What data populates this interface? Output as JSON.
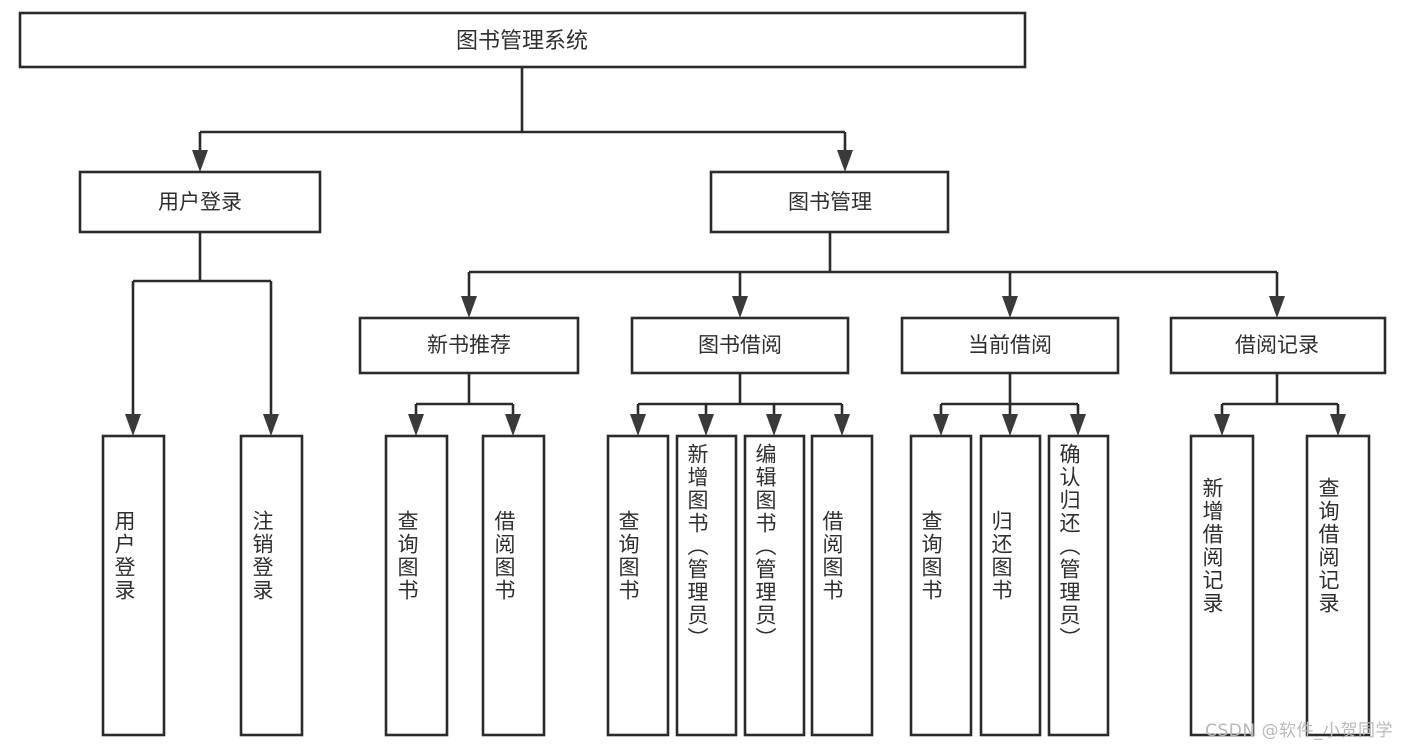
{
  "diagram": {
    "type": "tree",
    "title": "图书管理系统",
    "watermark": "CSDN @软件_小贺同学",
    "root": {
      "id": "root",
      "label": "图书管理系统"
    },
    "level1": [
      {
        "id": "user-login",
        "label": "用户登录"
      },
      {
        "id": "book-management",
        "label": "图书管理"
      }
    ],
    "level2": [
      {
        "id": "new-book-recommend",
        "label": "新书推荐",
        "parent": "book-management"
      },
      {
        "id": "book-borrow",
        "label": "图书借阅",
        "parent": "book-management"
      },
      {
        "id": "current-borrow",
        "label": "当前借阅",
        "parent": "book-management"
      },
      {
        "id": "borrow-record",
        "label": "借阅记录",
        "parent": "book-management"
      }
    ],
    "leaves": [
      {
        "id": "leaf-user-login",
        "label": "用户登录",
        "parent": "user-login"
      },
      {
        "id": "leaf-logout-login",
        "label": "注销登录",
        "parent": "user-login"
      },
      {
        "id": "leaf-query-book-1",
        "label": "查询图书",
        "parent": "new-book-recommend"
      },
      {
        "id": "leaf-borrow-book-1",
        "label": "借阅图书",
        "parent": "new-book-recommend"
      },
      {
        "id": "leaf-query-book-2",
        "label": "查询图书",
        "parent": "book-borrow"
      },
      {
        "id": "leaf-add-book",
        "label": "新增图书（管理员）",
        "parent": "book-borrow"
      },
      {
        "id": "leaf-edit-book",
        "label": "编辑图书（管理员）",
        "parent": "book-borrow"
      },
      {
        "id": "leaf-borrow-book-2",
        "label": "借阅图书",
        "parent": "book-borrow"
      },
      {
        "id": "leaf-query-book-3",
        "label": "查询图书",
        "parent": "current-borrow"
      },
      {
        "id": "leaf-return-book",
        "label": "归还图书",
        "parent": "current-borrow"
      },
      {
        "id": "leaf-confirm-return",
        "label": "确认归还（管理员）",
        "parent": "current-borrow"
      },
      {
        "id": "leaf-add-record",
        "label": "新增借阅记录",
        "parent": "borrow-record"
      },
      {
        "id": "leaf-query-record",
        "label": "查询借阅记录",
        "parent": "borrow-record"
      }
    ],
    "colors": {
      "stroke": "#2b2b2b",
      "fill": "#ffffff",
      "text": "#2f2f2f",
      "watermark": "#b9b9b9"
    }
  }
}
